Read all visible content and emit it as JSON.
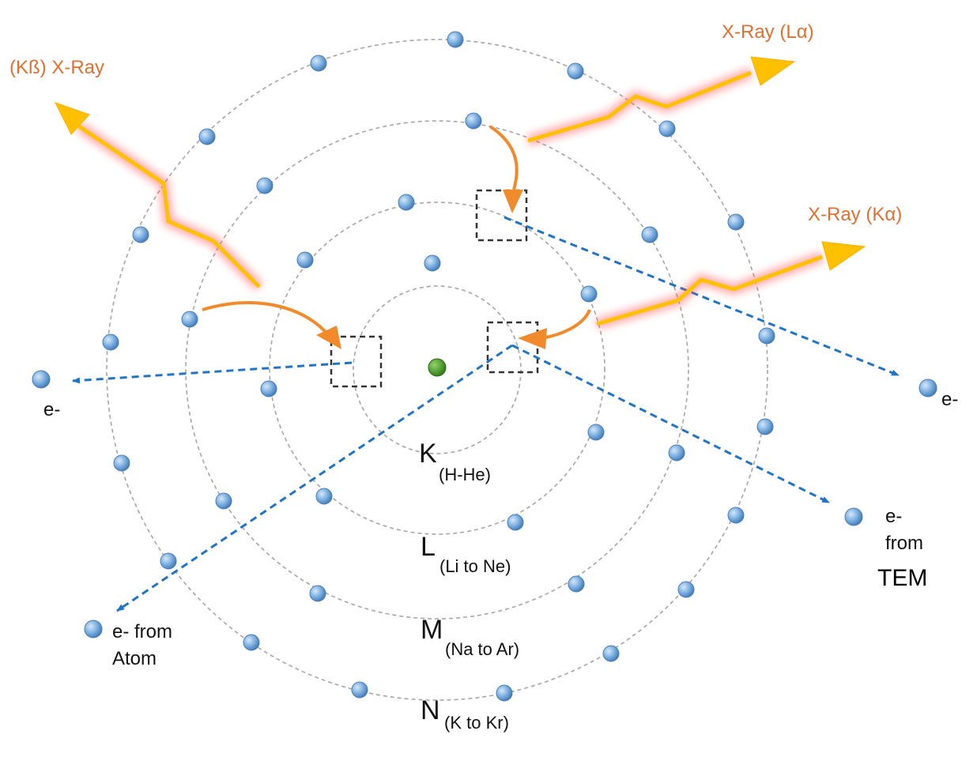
{
  "shells": [
    {
      "letter": "K",
      "range": "(H-He)"
    },
    {
      "letter": "L",
      "range": "(Li to Ne)"
    },
    {
      "letter": "M",
      "range": "(Na to Ar)"
    },
    {
      "letter": "N",
      "range": "(K to Kr)"
    }
  ],
  "xrays": {
    "kbeta": "(Kß) X-Ray",
    "lalpha": "X-Ray (Lα)",
    "kalpha": "X-Ray (Kα)"
  },
  "electrons": {
    "left": "e-",
    "right": "e-",
    "from_tem": [
      "e-",
      "from",
      "TEM"
    ],
    "from_atom": [
      "e- from",
      "Atom"
    ]
  },
  "colors": {
    "electron": "#6fa3d6",
    "nucleus": "#3f8f1f",
    "orbit": "#a6a6a6",
    "transition_arrow": "#f08a2a",
    "xray": "#ffc000",
    "xray_glow": "#ff4a4a",
    "electron_path": "#1f74c6",
    "vacancy": "#333333",
    "xray_label": "#e07030"
  }
}
